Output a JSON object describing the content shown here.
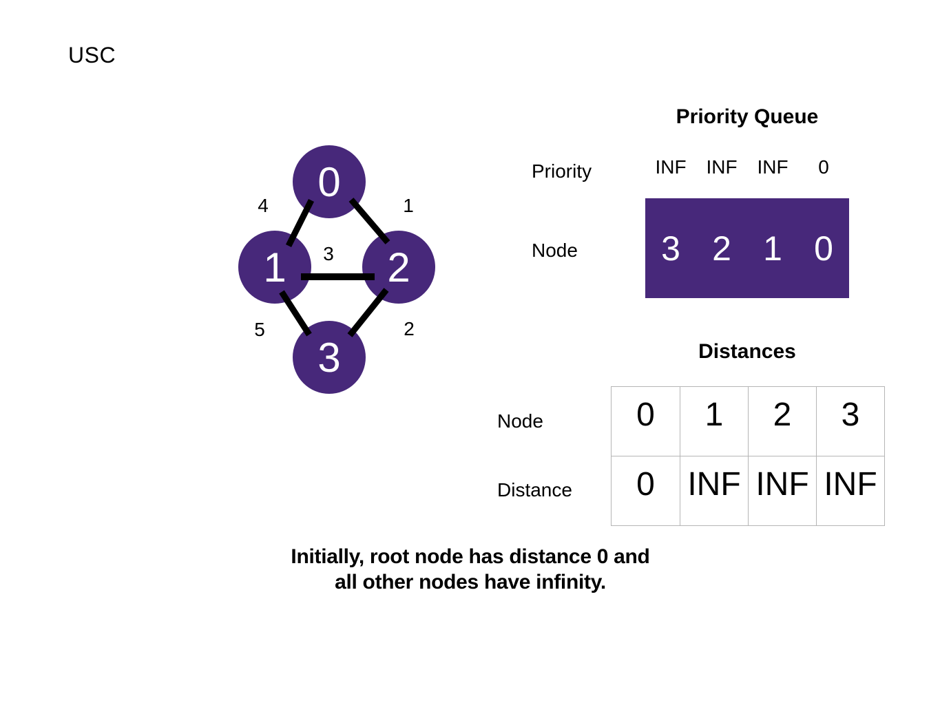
{
  "brand": "USC",
  "colors": {
    "purple": "#47287a",
    "edge_black": "#000000",
    "node_text_white": "#ffffff",
    "table_border_gray": "#b5b5b5"
  },
  "graph": {
    "nodes": [
      {
        "id": "0"
      },
      {
        "id": "1"
      },
      {
        "id": "2"
      },
      {
        "id": "3"
      }
    ],
    "edges": [
      {
        "from": "0",
        "to": "1",
        "weight": "4"
      },
      {
        "from": "0",
        "to": "2",
        "weight": "1"
      },
      {
        "from": "1",
        "to": "2",
        "weight": "3"
      },
      {
        "from": "1",
        "to": "3",
        "weight": "5"
      },
      {
        "from": "2",
        "to": "3",
        "weight": "2"
      }
    ]
  },
  "priority_queue": {
    "title": "Priority Queue",
    "row_labels": {
      "priority": "Priority",
      "node": "Node"
    },
    "priorities": [
      "INF",
      "INF",
      "INF",
      "0"
    ],
    "nodes": [
      "3",
      "2",
      "1",
      "0"
    ]
  },
  "distances": {
    "title": "Distances",
    "row_labels": {
      "node": "Node",
      "distance": "Distance"
    },
    "nodes": [
      "0",
      "1",
      "2",
      "3"
    ],
    "values": [
      "0",
      "INF",
      "INF",
      "INF"
    ]
  },
  "caption": {
    "line1": "Initially, root node has distance 0 and",
    "line2": "all other nodes have infinity."
  }
}
